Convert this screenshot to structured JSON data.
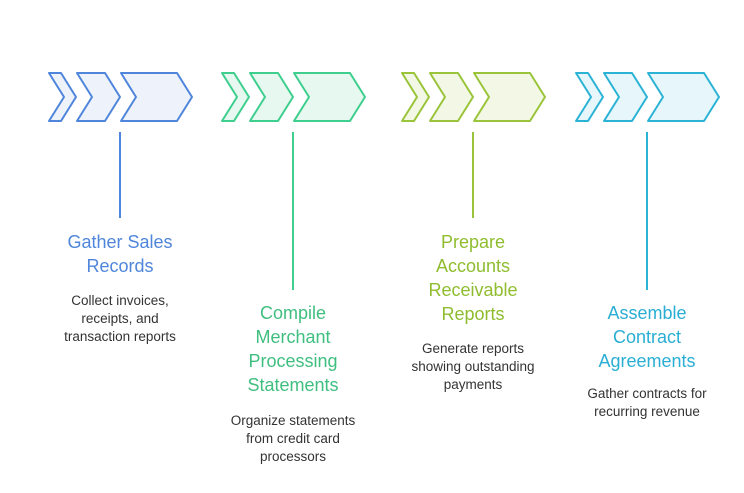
{
  "steps": [
    {
      "title": "Gather Sales\nRecords",
      "description": "Collect invoices,\nreceipts, and\ntransaction reports",
      "color": "#4f86db",
      "fill": "#eef2fb",
      "text_color": "#4f86db"
    },
    {
      "title": "Compile\nMerchant\nProcessing\nStatements",
      "description": "Organize statements\nfrom credit card\nprocessors",
      "color": "#3ecf8e",
      "fill": "#e6f8ef",
      "text_color": "#3fbf7f"
    },
    {
      "title": "Prepare\nAccounts\nReceivable\nReports",
      "description": "Generate reports\nshowing outstanding\npayments",
      "color": "#9ac43a",
      "fill": "#f2f8e5",
      "text_color": "#8fbd2f"
    },
    {
      "title": "Assemble\nContract\nAgreements",
      "description": "Gather contracts for\nrecurring revenue",
      "color": "#2bb3d6",
      "fill": "#e6f6fb",
      "text_color": "#2aaed4"
    }
  ]
}
